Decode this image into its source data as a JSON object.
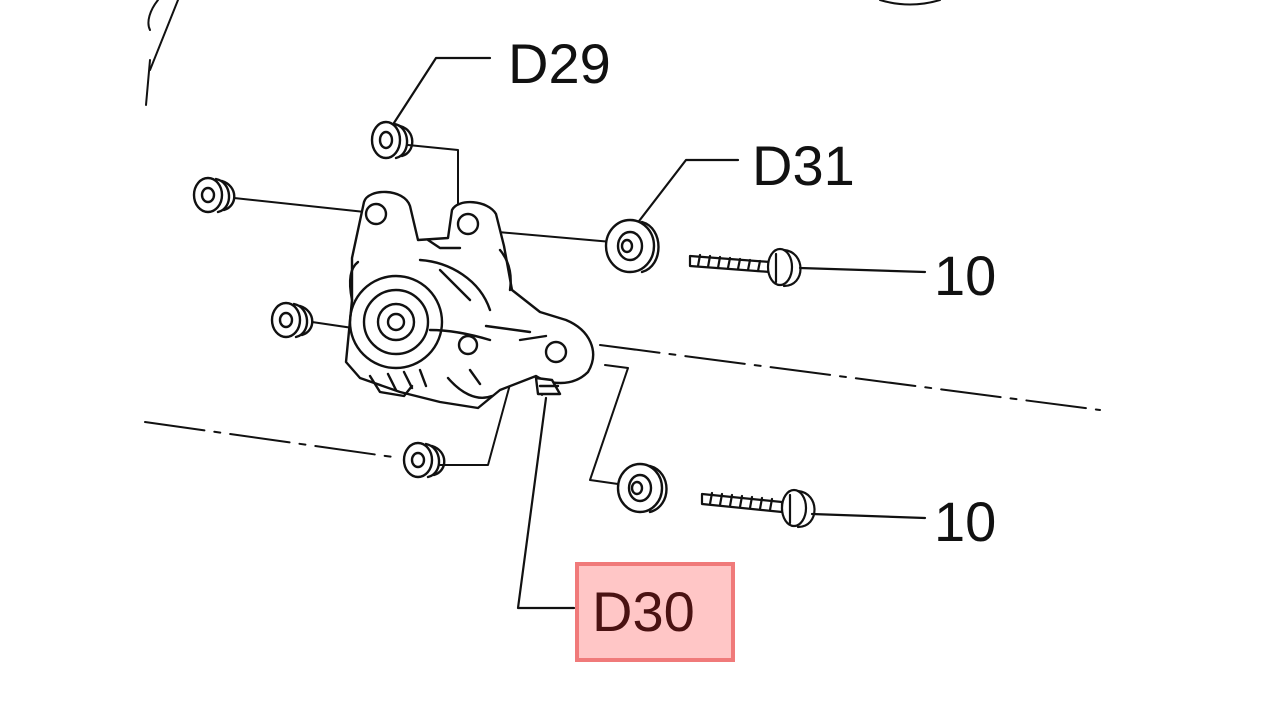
{
  "callouts": {
    "d29": "D29",
    "d31": "D31",
    "d30": "D30",
    "part_10_top": "10",
    "part_10_bottom": "10"
  },
  "colors": {
    "line": "#111111",
    "highlight_fill": "#ffc6c6",
    "highlight_border": "#f07a7a"
  },
  "highlighted_callout": "D30"
}
